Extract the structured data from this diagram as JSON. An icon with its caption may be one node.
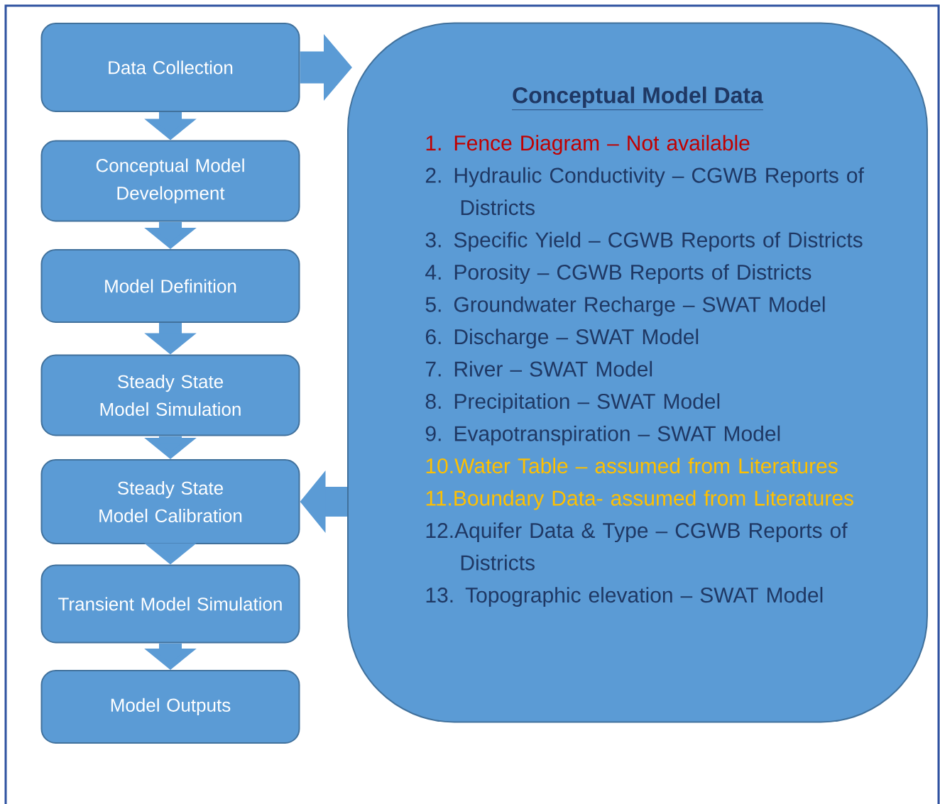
{
  "diagram": {
    "nodes": [
      {
        "text": [
          "Data Collection"
        ]
      },
      {
        "text": [
          "Conceptual Model Development"
        ]
      },
      {
        "text": [
          "Model Definition"
        ]
      },
      {
        "text": [
          "Steady State Model Simulation"
        ]
      },
      {
        "text": [
          "Steady State Model Calibration"
        ]
      },
      {
        "text": [
          "Transient Model Simulation"
        ]
      },
      {
        "text": [
          "Model Outputs"
        ]
      },
      {
        "text": [
          "Conceptual Model Data",
          "1. Fence Diagram – Not available",
          "2. Hydraulic Conductivity – CGWB Reports of Districts",
          "3. Specific Yield – CGWB Reports of Districts",
          "4. Porosity – CGWB Reports of Districts",
          "5. Groundwater Recharge – SWAT Model",
          "6. Discharge – SWAT Model",
          "7. River – SWAT Model",
          "8. Precipitation – SWAT Model",
          "9. Evapotranspiration – SWAT Model",
          "10.Water Table – assumed from Literatures",
          "11.Boundary Data- assumed from Literatures",
          "12.Aquifer Data & Type – CGWB Reports of Districts",
          "13. Topographic elevation – SWAT Model"
        ]
      }
    ],
    "edges": [
      {
        "from": 0,
        "to": 1,
        "arrow": "to"
      },
      {
        "from": 1,
        "to": 2,
        "arrow": "to"
      },
      {
        "from": 2,
        "to": 3,
        "arrow": "to"
      },
      {
        "from": 3,
        "to": 4,
        "arrow": "to"
      },
      {
        "from": 4,
        "to": 5,
        "arrow": "to"
      },
      {
        "from": 5,
        "to": 6,
        "arrow": "to"
      },
      {
        "from": 0,
        "to": 7,
        "arrow": "to"
      },
      {
        "from": 7,
        "to": 4,
        "arrow": "to"
      }
    ]
  }
}
